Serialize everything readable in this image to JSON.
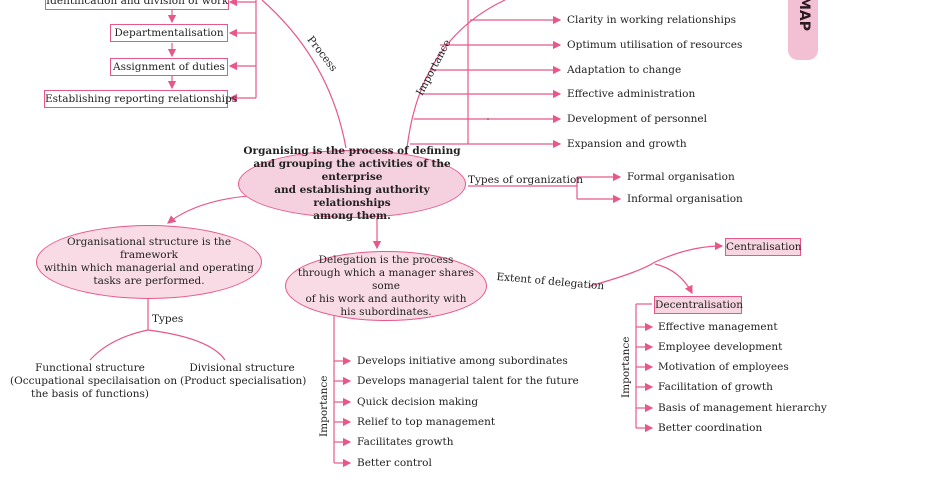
{
  "tab_label": "MAP",
  "process": {
    "label": "Process",
    "steps": [
      "Identification and division of work",
      "Departmentalisation",
      "Assignment of duties",
      "Establishing reporting relationships"
    ]
  },
  "importance_top": {
    "label": "Importance",
    "items": [
      "Clarity in working relationships",
      "Optimum utilisation of resources",
      "Adaptation to change",
      "Effective administration",
      "Development of personnel",
      "Expansion and growth"
    ]
  },
  "center": {
    "line1": "Organising is the process of defining",
    "line2": "and grouping the activities of the enterprise",
    "line3": "and establishing authority relationships",
    "line4": "among them."
  },
  "types_of_org": {
    "label": "Types of organization",
    "items": [
      "Formal organisation",
      "Informal organisation"
    ]
  },
  "org_structure": {
    "line1": "Organisational structure is the framework",
    "line2": "within which managerial and operating",
    "line3": "tasks are performed.",
    "types_label": "Types",
    "functional": [
      "Functional structure",
      "(Occupational specilaisation on",
      "the basis of functions)"
    ],
    "divisional": [
      "Divisional structure",
      "(Product specialisation)"
    ]
  },
  "delegation": {
    "line1": "Delegation is the process",
    "line2": "through which a manager shares some",
    "line3": "of his work and authority with",
    "line4": "his subordinates.",
    "importance_label": "Importance",
    "items": [
      "Develops initiative among subordinates",
      "Develops managerial talent for the future",
      "Quick decision making",
      "Relief to top management",
      "Facilitates growth",
      "Better control"
    ]
  },
  "extent": {
    "label": "Extent of delegation",
    "centralisation": "Centralisation",
    "decentralisation": "Decentralisation",
    "importance_label": "Importance",
    "items": [
      "Effective management",
      "Employee development",
      "Motivation of employees",
      "Facilitation of growth",
      "Basis of management hierarchy",
      "Better coordination"
    ]
  },
  "colors": {
    "accent": "#e8578a",
    "fill": "#f9dbe6"
  }
}
